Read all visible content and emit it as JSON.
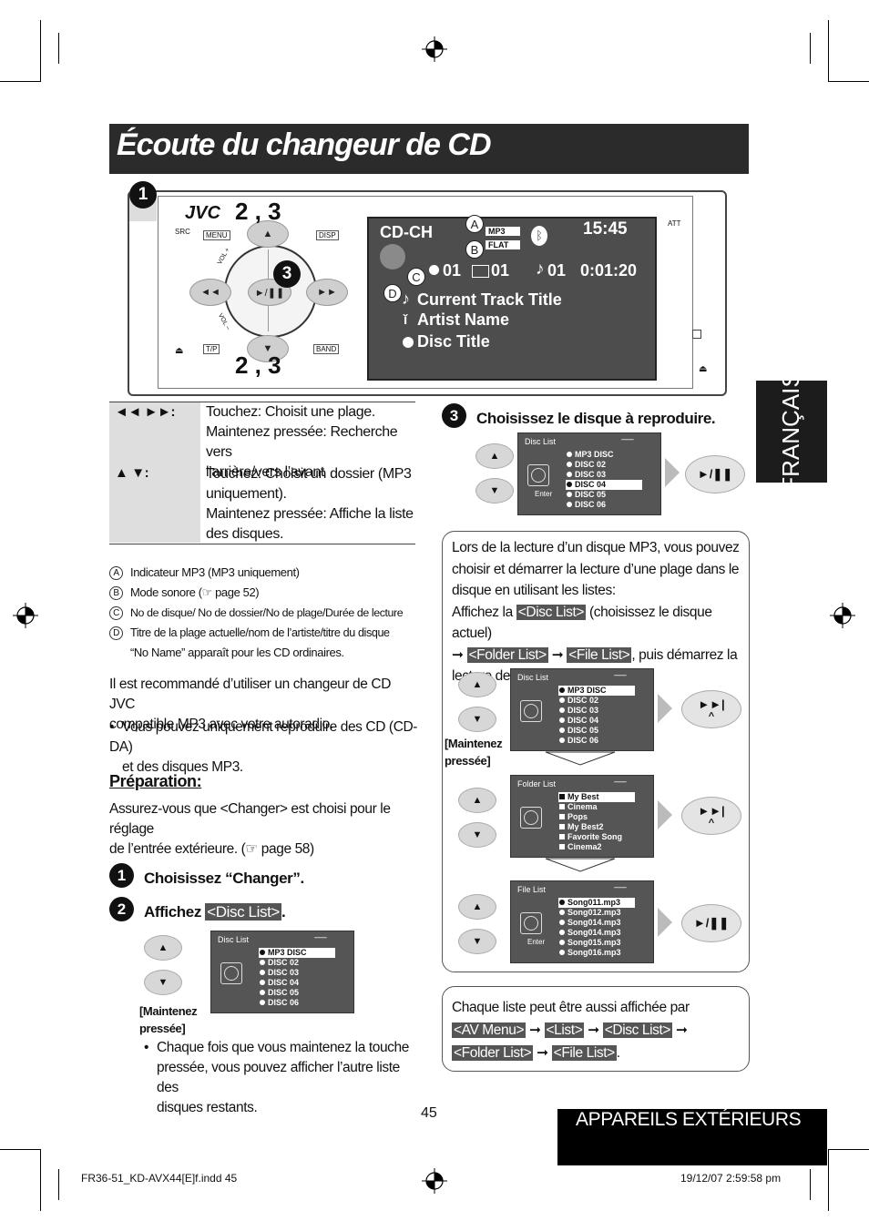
{
  "title": "Écoute du changeur de CD",
  "side_tab": "FRANÇAIS",
  "device": {
    "brand": "JVC",
    "buttons": {
      "src": "SRC",
      "menu": "MENU",
      "disp": "DISP",
      "tp": "T/P",
      "band": "BAND",
      "att": "ATT",
      "vol_plus": "VOL +",
      "vol_minus": "VOL –",
      "play": "►/❚❚",
      "prev": "◄◄",
      "next": "►►"
    },
    "callouts": {
      "n1": "1",
      "n23a": "2 , 3",
      "n3": "3",
      "n23b": "2 , 3"
    },
    "lcd": {
      "source": "CD-CH",
      "mp3": "MP3",
      "flat": "FLAT",
      "clock": "15:45",
      "disc_no": "01",
      "folder_no": "01",
      "track_no": "01",
      "time": "0:01:20",
      "line1": "Current Track Title",
      "line2": "Artist Name",
      "line3": "Disc Title",
      "letters": {
        "a": "A",
        "b": "B",
        "c": "C",
        "d": "D"
      }
    }
  },
  "key_table": {
    "row1_key": "◄◄ ►►:",
    "row1_lines": [
      "Touchez: Choisit une plage.",
      "Maintenez pressée: Recherche vers",
      "l’arrière/vers l’avant"
    ],
    "row2_key": "▲ ▼:",
    "row2_lines": [
      "Touchez: Choisit un dossier (MP3",
      "uniquement).",
      "Maintenez pressée: Affiche la liste",
      "des disques."
    ]
  },
  "legend": [
    {
      "letter": "A",
      "text": "Indicateur MP3 (MP3 uniquement)"
    },
    {
      "letter": "B",
      "text": "Mode sonore (☞ page 52)"
    },
    {
      "letter": "C",
      "text": "No de disque/ No de dossier/No de plage/Durée de lecture"
    },
    {
      "letter": "D",
      "text": "Titre de la plage actuelle/nom de l’artiste/titre du disque"
    },
    {
      "letter": "",
      "text": "“No Name” apparaît pour les CD ordinaires."
    }
  ],
  "intro": [
    "Il est recommandé d’utiliser un changeur de CD JVC",
    "compatible MP3 avec votre autoradio."
  ],
  "intro_bullet": [
    "Vous pouvez uniquement reproduire des CD (CD-DA)",
    "et des disques MP3."
  ],
  "prep_heading": "Préparation:",
  "prep_text": [
    "Assurez-vous que <Changer> est choisi pour le réglage",
    "de l’entrée extérieure. (☞ page 58)"
  ],
  "step1": {
    "num": "1",
    "text": "Choisissez “Changer”."
  },
  "step2": {
    "num": "2",
    "text": "Affichez",
    "hl": "<Disc List>",
    "after": "."
  },
  "step2_hold": [
    "[Maintenez",
    "pressée]"
  ],
  "step2_bullet": [
    "Chaque fois que vous maintenez la touche",
    "pressée, vous pouvez afficher l’autre liste des",
    "disques restants."
  ],
  "step3": {
    "num": "3",
    "text": "Choisissez le disque à reproduire."
  },
  "mp3_box": {
    "lines": [
      "Lors de la lecture d’un disque MP3, vous pouvez",
      "choisir et démarrer la lecture d’une plage dans le",
      "disque en utilisant les listes:"
    ],
    "show": "Affichez la",
    "disc_list": "<Disc List>",
    "current": "(choisissez le disque actuel)",
    "folder_list": "<Folder List>",
    "file_list": "<File List>",
    "tail": ", puis démarrez la",
    "end": "lecture de la plage souhaitée.",
    "hold": [
      "[Maintenez",
      "pressée]"
    ]
  },
  "screens": {
    "disc_list_title": "Disc List",
    "folder_list_title": "Folder List",
    "file_list_title": "File List",
    "enter": "Enter",
    "dashes": "--------",
    "discs": [
      "MP3 DISC",
      "DISC 02",
      "DISC 03",
      "DISC 04",
      "DISC 05",
      "DISC 06"
    ],
    "folders": [
      "My Best",
      "Cinema",
      "Pops",
      "My Best2",
      "Favorite Song",
      "Cinema2"
    ],
    "files": [
      "Song011.mp3",
      "Song012.mp3",
      "Song014.mp3",
      "Song014.mp3",
      "Song015.mp3",
      "Song016.mp3"
    ]
  },
  "list_box": {
    "line1": "Chaque liste peut être aussi affichée par",
    "items": [
      "<AV Menu>",
      "<List>",
      "<Disc List>",
      "<Folder List>",
      "<File List>"
    ],
    "end": "."
  },
  "section": "APPAREILS EXTÉRIEURS",
  "page_number": "45",
  "footer_left": "FR36-51_KD-AVX44[E]f.indd   45",
  "footer_right": "19/12/07   2:59:58 pm"
}
